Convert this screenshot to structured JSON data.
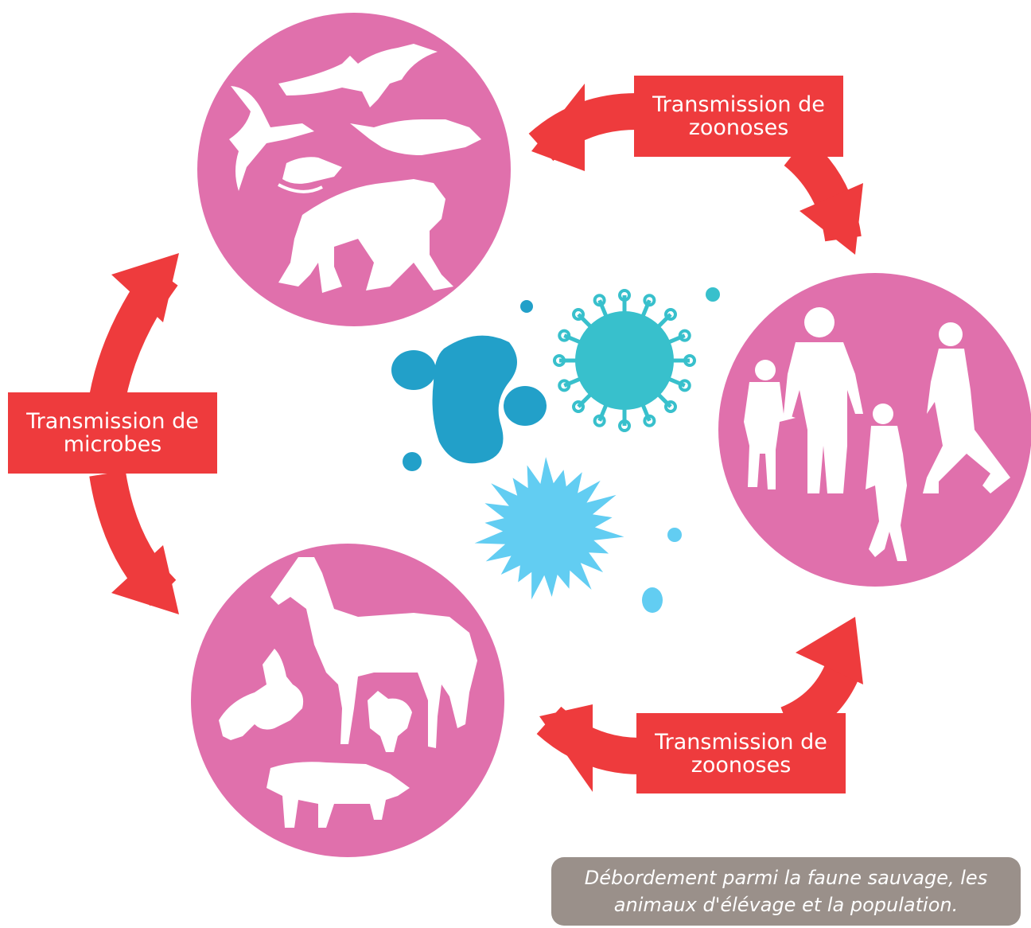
{
  "colors": {
    "circle": "#e070ac",
    "arrow": "#ee3b3d",
    "silhouette": "#ffffff",
    "bacteria": "#22a0c9",
    "virus": "#38c0cc",
    "spiky_microbe": "#62cdf2",
    "caption_bg": "#9a908a"
  },
  "icons": {
    "wildlife": "wildlife-silhouettes-icon",
    "people": "people-silhouettes-icon",
    "livestock": "livestock-silhouettes-icon"
  },
  "labels": {
    "top_right": {
      "line1": "Transmission de",
      "line2": "zoonoses"
    },
    "left": {
      "line1": "Transmission de",
      "line2": "microbes"
    },
    "bottom_right": {
      "line1": "Transmission de",
      "line2": "zoonoses"
    }
  },
  "caption": {
    "line1": "Débordement parmi la faune sauvage, les",
    "line2": "animaux d'élévage et la population."
  }
}
